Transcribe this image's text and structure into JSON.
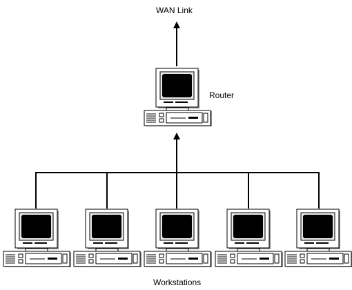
{
  "labels": {
    "wan_link": "WAN Link",
    "router": "Router",
    "workstations": "Workstations"
  },
  "nodes": {
    "router": {
      "type": "computer"
    },
    "workstations": [
      {
        "type": "computer"
      },
      {
        "type": "computer"
      },
      {
        "type": "computer"
      },
      {
        "type": "computer"
      },
      {
        "type": "computer"
      }
    ]
  },
  "colors": {
    "line": "#000000",
    "screen": "#000000",
    "casing": "#ffffff"
  }
}
